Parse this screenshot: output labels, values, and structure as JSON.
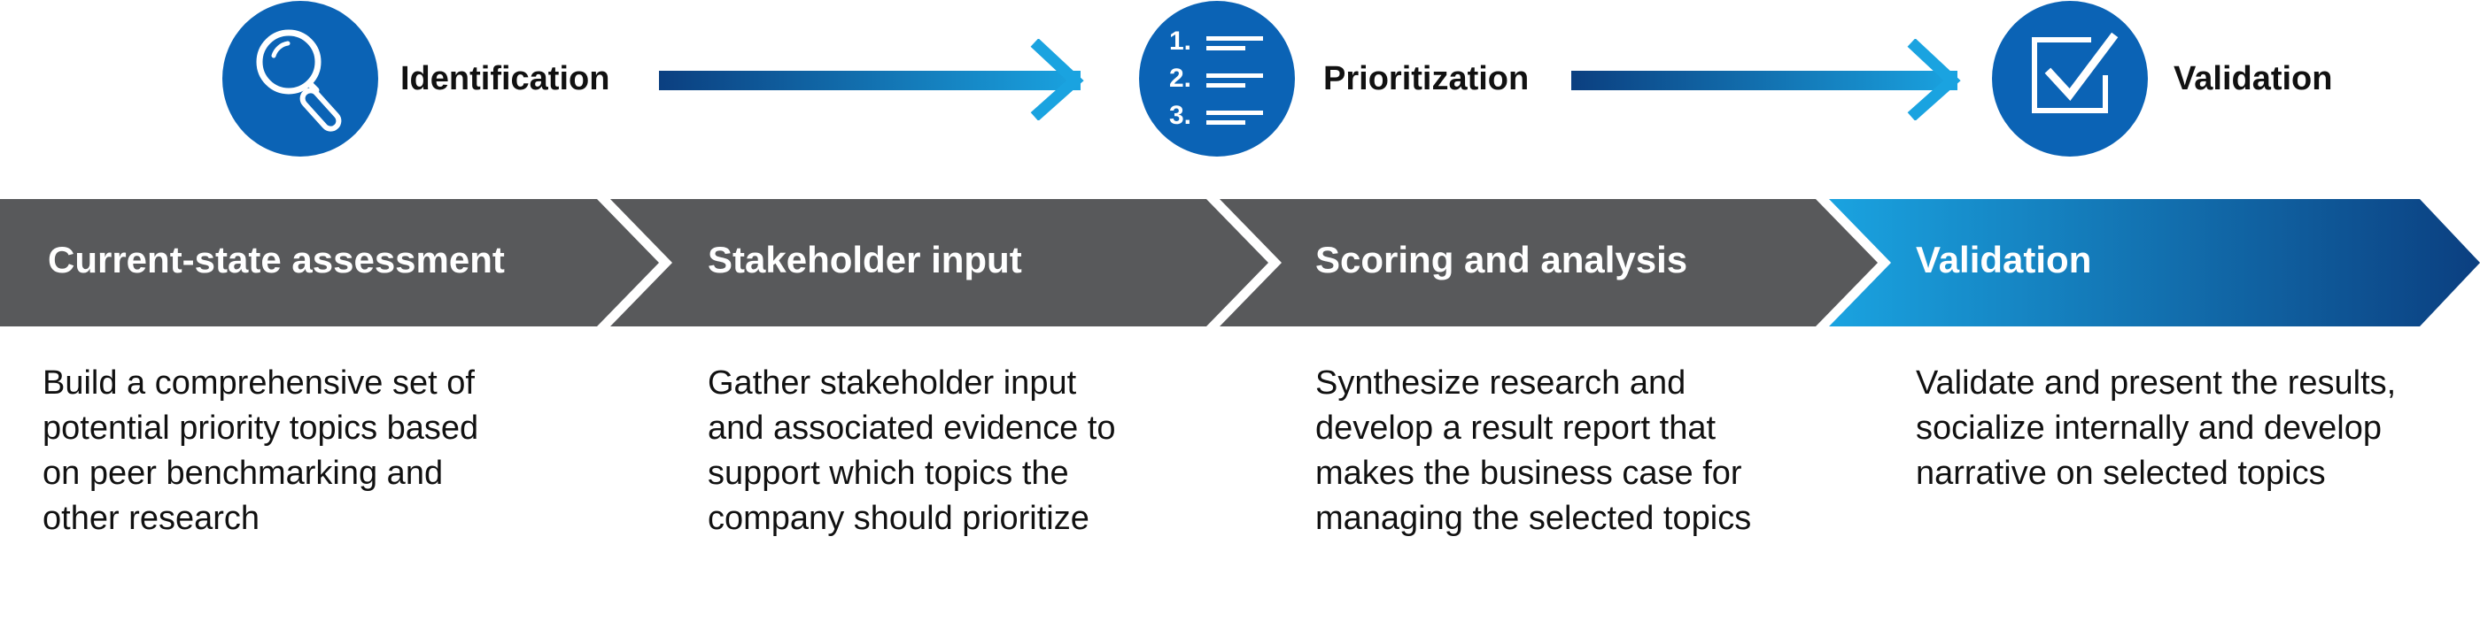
{
  "phases": [
    {
      "label": "Identification",
      "icon": "magnifier-icon"
    },
    {
      "label": "Prioritization",
      "icon": "numbered-list-icon"
    },
    {
      "label": "Validation",
      "icon": "checkbox-check-icon"
    }
  ],
  "list_icon_numbers": [
    "1.",
    "2.",
    "3."
  ],
  "steps": [
    {
      "title": "Current-state assessment",
      "desc": [
        "Build a comprehensive set of",
        "potential priority topics based",
        "on peer benchmarking and",
        "other research"
      ]
    },
    {
      "title": "Stakeholder input",
      "desc": [
        "Gather stakeholder input",
        "and associated evidence to",
        "support which topics the",
        "company should prioritize"
      ]
    },
    {
      "title": "Scoring and analysis",
      "desc": [
        "Synthesize research and",
        "develop a result report that",
        "makes the business case for",
        "managing the selected topics"
      ]
    },
    {
      "title": "Validation",
      "desc": [
        "Validate and present the results,",
        "socialize internally and develop",
        "narrative on selected topics"
      ]
    }
  ],
  "colors": {
    "icon_blue": "#0b63b5",
    "step_gray": "#58595b",
    "gradient_light": "#1aa3e0",
    "gradient_dark": "#0b3f80"
  }
}
